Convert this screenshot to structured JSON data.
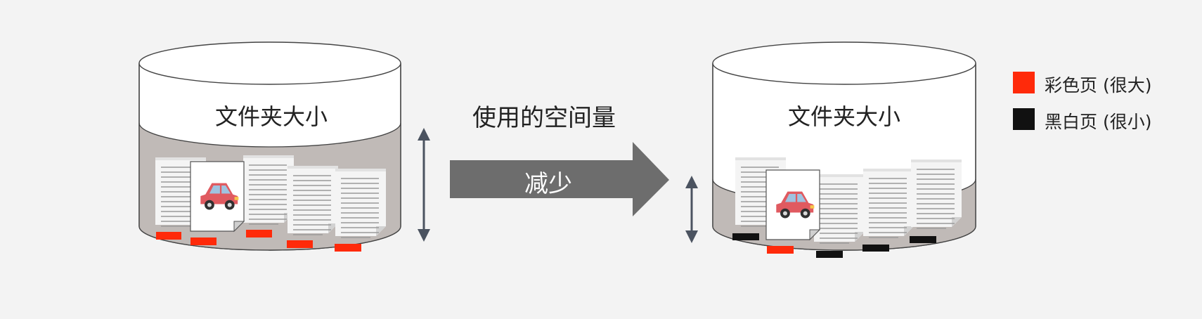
{
  "cylinders": {
    "before": {
      "title": "文件夹大小"
    },
    "after": {
      "title": "文件夹大小"
    }
  },
  "arrow": {
    "heading": "使用的空间量",
    "label": "减少"
  },
  "legend": {
    "items": [
      {
        "label": "彩色页 (很大)",
        "color": "#ff2a0a"
      },
      {
        "label": "黑白页 (很小)",
        "color": "#111111"
      }
    ]
  },
  "colors": {
    "fill": "#c0bab7",
    "arrow": "#6d6d6d",
    "car": "#e05a60",
    "indicator": "#4b5360"
  }
}
